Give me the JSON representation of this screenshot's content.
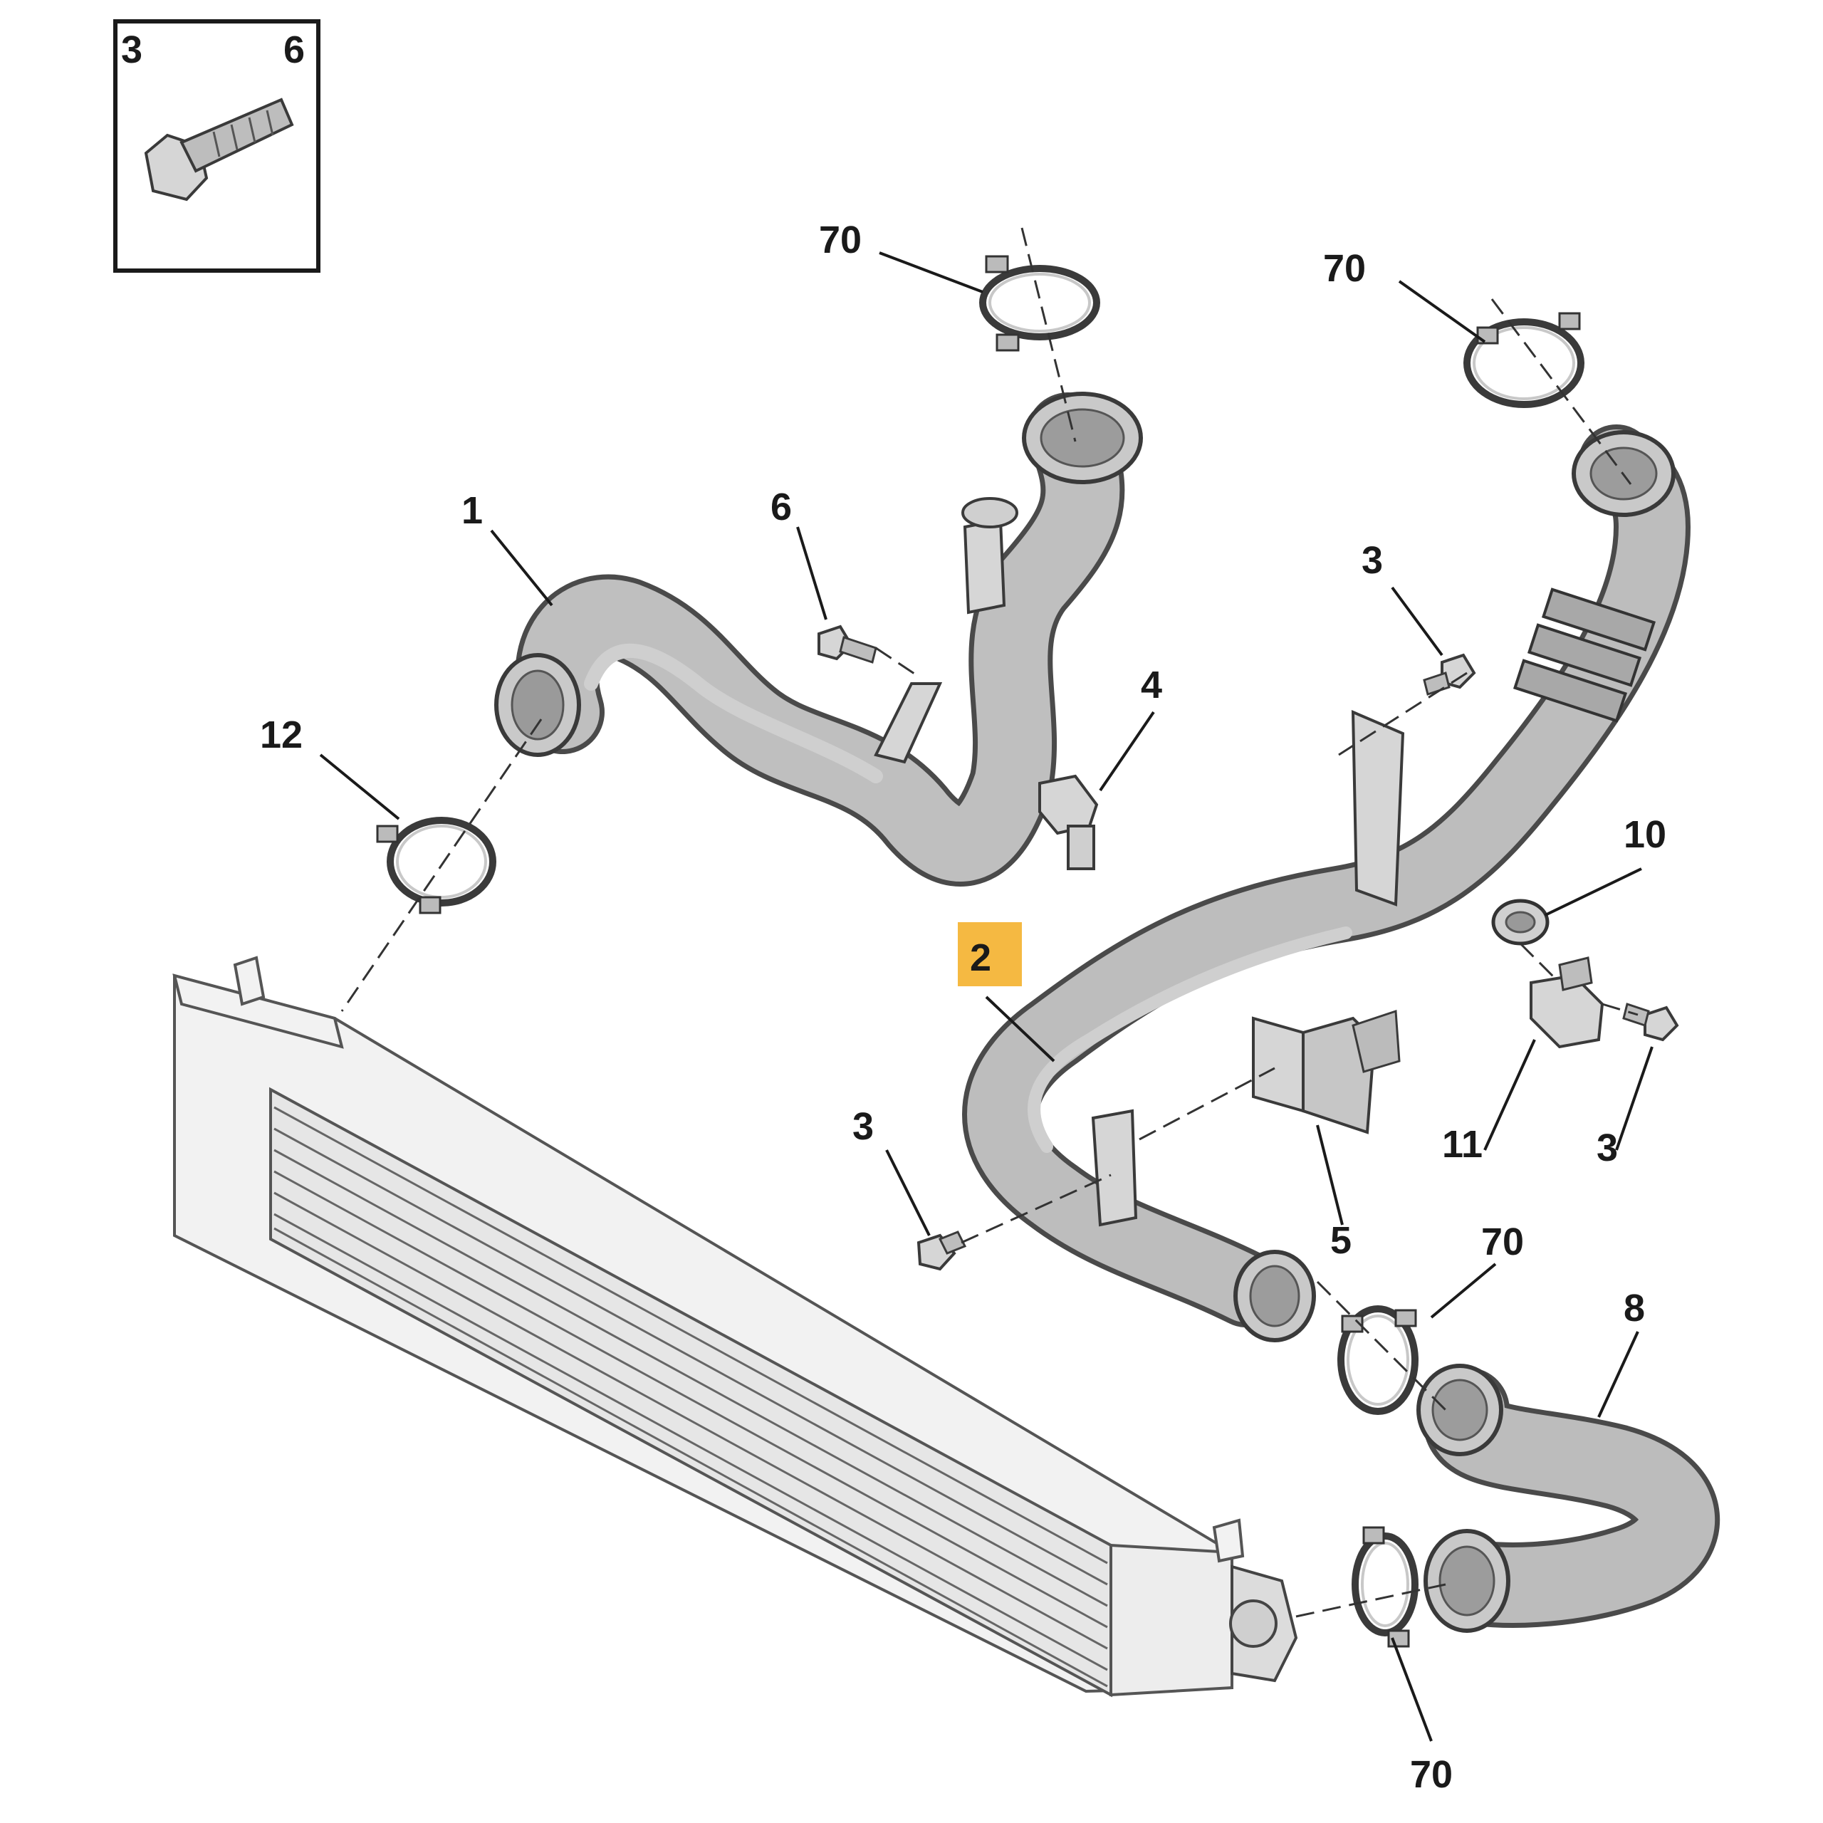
{
  "callouts": {
    "inset_left": "3",
    "inset_right": "6",
    "c70_a": "70",
    "c70_b": "70",
    "c1": "1",
    "c6": "6",
    "c3_a": "3",
    "c4": "4",
    "c12": "12",
    "c10": "10",
    "c2": "2",
    "c3_b": "3",
    "c11": "11",
    "c3_c": "3",
    "c5": "5",
    "c70_c": "70",
    "c8": "8",
    "c70_d": "70"
  },
  "colors": {
    "highlight": "#F5B942",
    "hose": "#b9b9b9",
    "ink": "#1a1a1a"
  }
}
